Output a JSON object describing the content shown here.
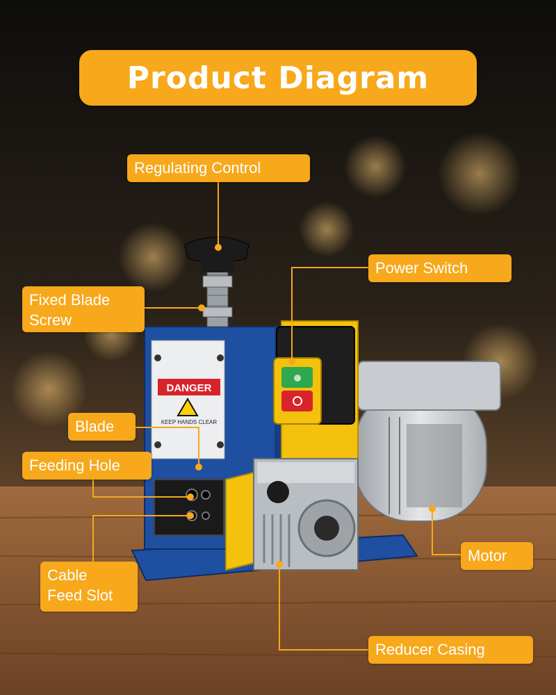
{
  "title": "Product Diagram",
  "machine_text": {
    "warning_header": "DANGER",
    "warning_subtext": "KEEP HANDS CLEAR"
  },
  "labels": {
    "regulating_control": "Regulating Control",
    "fixed_blade_screw": "Fixed Blade\nScrew",
    "power_switch": "Power Switch",
    "blade": "Blade",
    "feeding_hole": "Feeding Hole",
    "cable_feed_slot": "Cable\nFeed Slot",
    "motor": "Motor",
    "reducer_casing": "Reducer Casing"
  },
  "colors": {
    "accent": "#F7A81B",
    "machine_blue": "#1F4FA0",
    "machine_yellow": "#F4C20D",
    "danger_red": "#D8232A",
    "switch_green": "#2FA84F",
    "table_wood": "#8A5A35"
  }
}
